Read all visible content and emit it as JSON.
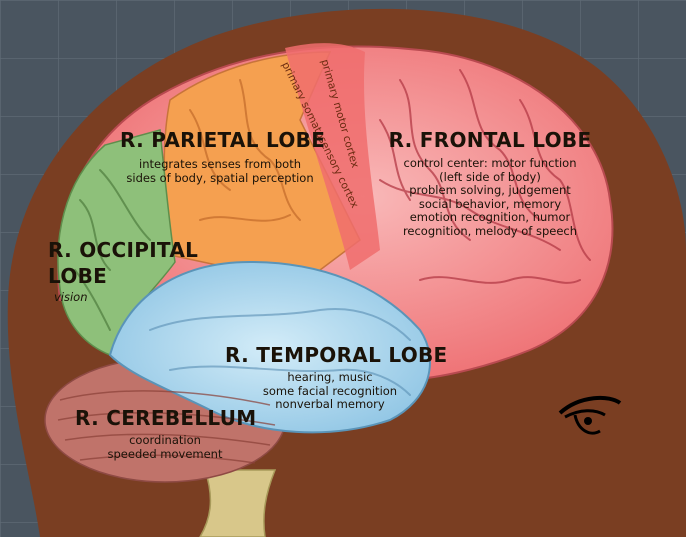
{
  "colors": {
    "background": "#4a5560",
    "head": "#7a3e22",
    "frontal": "#f07c7c",
    "parietal": "#f5a050",
    "motor_strip": "#f06d6d",
    "occipital": "#8ec07a",
    "temporal": "#a8d4ec",
    "cerebellum": "#c0736a",
    "brainstem": "#d8c78a"
  },
  "labels": {
    "parietal": {
      "title": "R. PARIETAL LOBE",
      "lines": [
        "integrates senses from both",
        "sides of body, spatial perception"
      ]
    },
    "frontal": {
      "title": "R. FRONTAL LOBE",
      "lines": [
        "control center: motor function",
        "(left side of body)",
        "problem solving, judgement",
        "social behavior, memory",
        "emotion recognition, humor",
        "recognition, melody of speech"
      ]
    },
    "occipital": {
      "title_line1": "R. OCCIPITAL",
      "title_line2": "LOBE",
      "desc": "vision"
    },
    "temporal": {
      "title": "R. TEMPORAL LOBE",
      "lines": [
        "hearing, music",
        "some facial recognition",
        "nonverbal memory"
      ]
    },
    "cerebellum": {
      "title": "R. CEREBELLUM",
      "lines": [
        "coordination",
        "speeded movement"
      ]
    },
    "strips": {
      "somatosensory": "primary somatosensory cortex",
      "motor": "primary motor cortex"
    }
  },
  "icons": {
    "eye": "eye-icon"
  }
}
